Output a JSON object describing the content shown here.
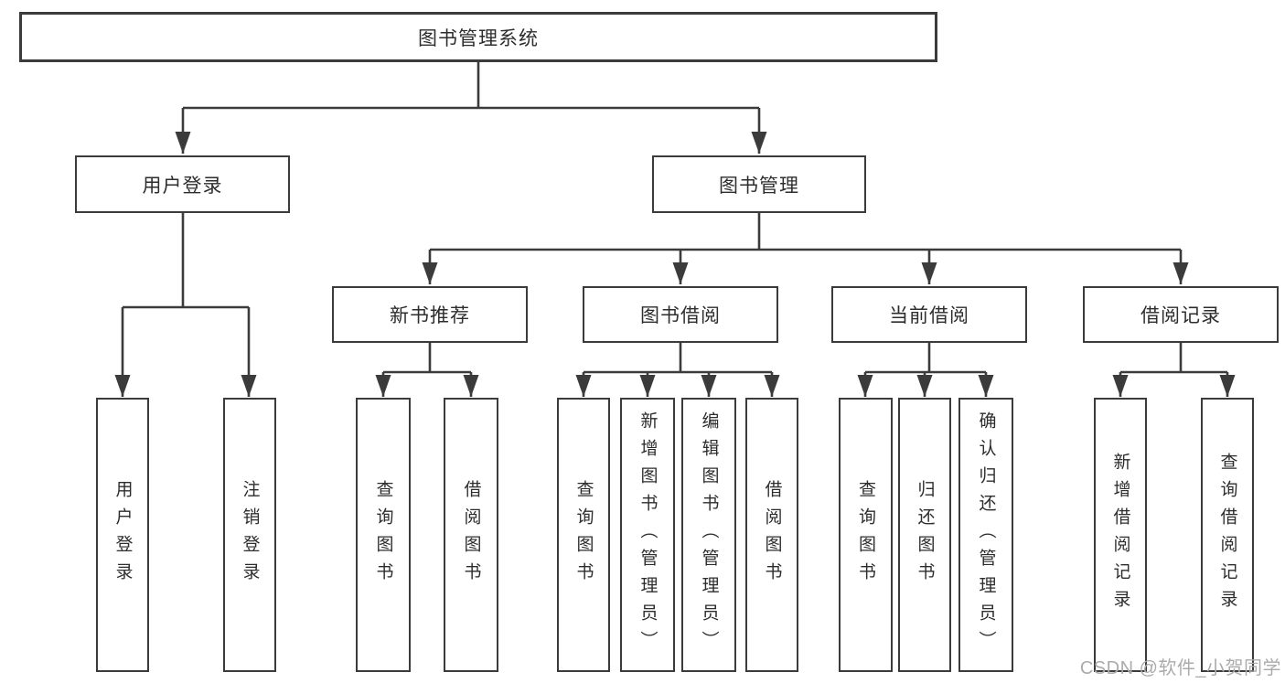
{
  "tree": {
    "label": "图书管理系统",
    "children": [
      {
        "label": "用户登录",
        "children": [
          {
            "label": "用户登录"
          },
          {
            "label": "注销登录"
          }
        ]
      },
      {
        "label": "图书管理",
        "children": [
          {
            "label": "新书推荐",
            "children": [
              {
                "label": "查询图书"
              },
              {
                "label": "借阅图书"
              }
            ]
          },
          {
            "label": "图书借阅",
            "children": [
              {
                "label": "查询图书"
              },
              {
                "label": "新增图书（管理员）"
              },
              {
                "label": "编辑图书（管理员）"
              },
              {
                "label": "借阅图书"
              }
            ]
          },
          {
            "label": "当前借阅",
            "children": [
              {
                "label": "查询图书"
              },
              {
                "label": "归还图书"
              },
              {
                "label": "确认归还（管理员）"
              }
            ]
          },
          {
            "label": "借阅记录",
            "children": [
              {
                "label": "新增借阅记录"
              },
              {
                "label": "查询借阅记录"
              }
            ]
          }
        ]
      }
    ]
  },
  "watermark": "CSDN @软件_小贺同学",
  "colors": {
    "line": "#3b3b3b",
    "box_border": "#3b3b3b",
    "text": "#2d2d2d",
    "watermark": "#ababab",
    "background": "#ffffff"
  }
}
